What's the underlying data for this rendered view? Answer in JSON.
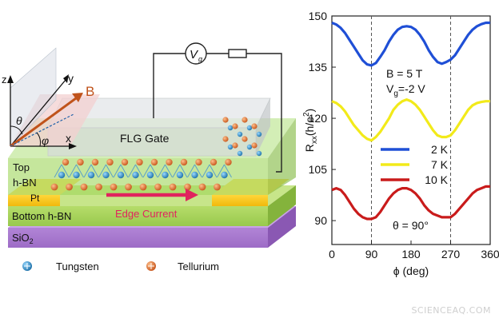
{
  "device": {
    "gate_voltage_label": "V",
    "gate_voltage_sub": "g",
    "axis_z": "z",
    "axis_y": "y",
    "axis_x": "x",
    "field_label": "B",
    "theta_symbol": "θ",
    "phi_symbol": "φ",
    "gate_label": "FLG Gate",
    "top_hbn_line1": "Top",
    "top_hbn_line2": "h-BN",
    "pt_label": "Pt",
    "bottom_hbn_label": "Bottom h-BN",
    "substrate_label": "SiO",
    "substrate_sub": "2",
    "edge_current_label": "Edge Current",
    "colors": {
      "tungsten": "#1f8fc9",
      "tellurium": "#e8762c",
      "edge_current": "#e0245e"
    }
  },
  "legend_atoms": {
    "tungsten": "Tungsten",
    "tellurium": "Tellurium"
  },
  "chart_data": {
    "type": "line",
    "xlabel": "ϕ (deg)",
    "ylabel_main": "R",
    "ylabel_sub": "xx",
    "ylabel_unit": "(h/e",
    "ylabel_sup": "2",
    "ylabel_close": ")",
    "xlim": [
      0,
      360
    ],
    "ylim": [
      83,
      150
    ],
    "xticks": [
      0,
      90,
      180,
      270,
      360
    ],
    "yticks": [
      90,
      105,
      120,
      135,
      150
    ],
    "guide_lines_x": [
      90,
      270
    ],
    "annotations": {
      "field": "B =  5 T",
      "gate_main": "V",
      "gate_sub": "g",
      "gate_value": "=-2 V",
      "theta": "θ = 90°"
    },
    "series": [
      {
        "name": "2 K",
        "color": "#1f4fd6",
        "x": [
          0,
          10,
          20,
          30,
          40,
          50,
          60,
          70,
          80,
          90,
          100,
          110,
          120,
          130,
          140,
          150,
          160,
          170,
          180,
          190,
          200,
          210,
          220,
          230,
          240,
          250,
          260,
          270,
          280,
          290,
          300,
          310,
          320,
          330,
          340,
          350,
          360
        ],
        "y": [
          148,
          147.5,
          146.5,
          145,
          143,
          141,
          139,
          137,
          135.8,
          135.5,
          136.2,
          138,
          140,
          142.5,
          144.5,
          146,
          146.8,
          147,
          146.8,
          146,
          144.5,
          142.5,
          140,
          138,
          136.5,
          136,
          136.5,
          137.2,
          138.5,
          140.5,
          142.5,
          144.5,
          146,
          147,
          147.6,
          148,
          148
        ]
      },
      {
        "name": "7 K",
        "color": "#f2ea1a",
        "x": [
          0,
          10,
          20,
          30,
          40,
          50,
          60,
          70,
          80,
          90,
          100,
          110,
          120,
          130,
          140,
          150,
          160,
          170,
          180,
          190,
          200,
          210,
          220,
          230,
          240,
          250,
          260,
          270,
          280,
          290,
          300,
          310,
          320,
          330,
          340,
          350,
          360
        ],
        "y": [
          125,
          124.5,
          123.5,
          122,
          120,
          118,
          116.5,
          115,
          114,
          113.5,
          114.5,
          116,
          118,
          120,
          122.5,
          124,
          125,
          125.5,
          125,
          124,
          122.5,
          120.5,
          118.5,
          116.5,
          115,
          114.5,
          114.5,
          115,
          116.5,
          118.5,
          120.5,
          122.5,
          123.8,
          124.5,
          124.8,
          125,
          125
        ]
      },
      {
        "name": "10 K",
        "color": "#c91b1b",
        "x": [
          0,
          10,
          20,
          30,
          40,
          50,
          60,
          70,
          80,
          90,
          100,
          110,
          120,
          130,
          140,
          150,
          160,
          170,
          180,
          190,
          200,
          210,
          220,
          230,
          240,
          250,
          260,
          270,
          280,
          290,
          300,
          310,
          320,
          330,
          340,
          350,
          360
        ],
        "y": [
          99,
          99.5,
          99,
          97.5,
          95.5,
          93.5,
          92,
          91,
          90.5,
          90.5,
          91,
          92.5,
          94.5,
          96.5,
          98,
          99,
          99.5,
          99.5,
          99,
          98,
          96.5,
          94.5,
          93,
          92,
          91.5,
          91,
          91,
          91,
          92,
          93.5,
          95,
          96.5,
          98,
          99,
          99.5,
          100,
          100
        ]
      }
    ]
  },
  "watermark": "SCIENCEAQ.COM"
}
